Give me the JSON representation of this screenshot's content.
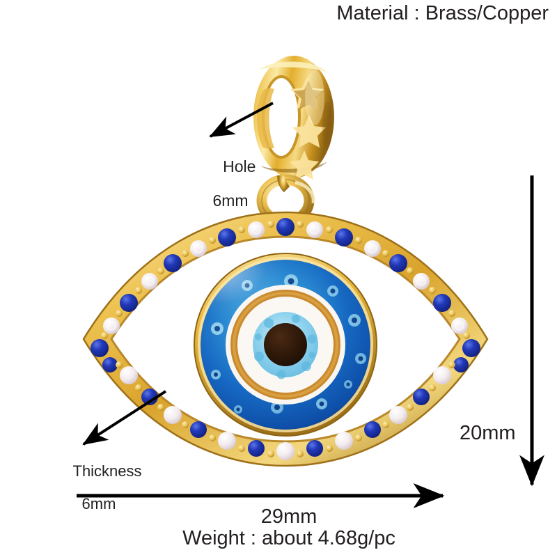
{
  "product": {
    "type": "evil-eye-pendant",
    "material_line": "Material : Brass/Copper",
    "weight_line": "Weight : about 4.68g/pc"
  },
  "annotations": {
    "hole": {
      "line1": "Hole",
      "line2": "6mm"
    },
    "thickness": {
      "line1": "Thickness",
      "line2": "6mm"
    },
    "width": "29mm",
    "height": "20mm"
  },
  "colors": {
    "gold_light": "#F7DE8B",
    "gold_mid": "#E2B householder",
    "gold": "#E8B73A",
    "gold_dark": "#A9761A",
    "gold_deep": "#7A5410",
    "sapphire": "#1A31A8",
    "sapphire_light": "#3A55D8",
    "cz_white": "#F6F1F3",
    "cz_shadow": "#D8CBD2",
    "eye_blue_outer": "#1E72C8",
    "eye_blue_deep": "#1152A8",
    "eye_blue_mid": "#3FA0DC",
    "eye_white": "#FAF7F2",
    "eye_gold_ring": "#C98A2E",
    "eye_iris_light": "#9FD8F0",
    "eye_pupil": "#2B1508",
    "line_black": "#000000",
    "background": "#FFFFFF"
  }
}
